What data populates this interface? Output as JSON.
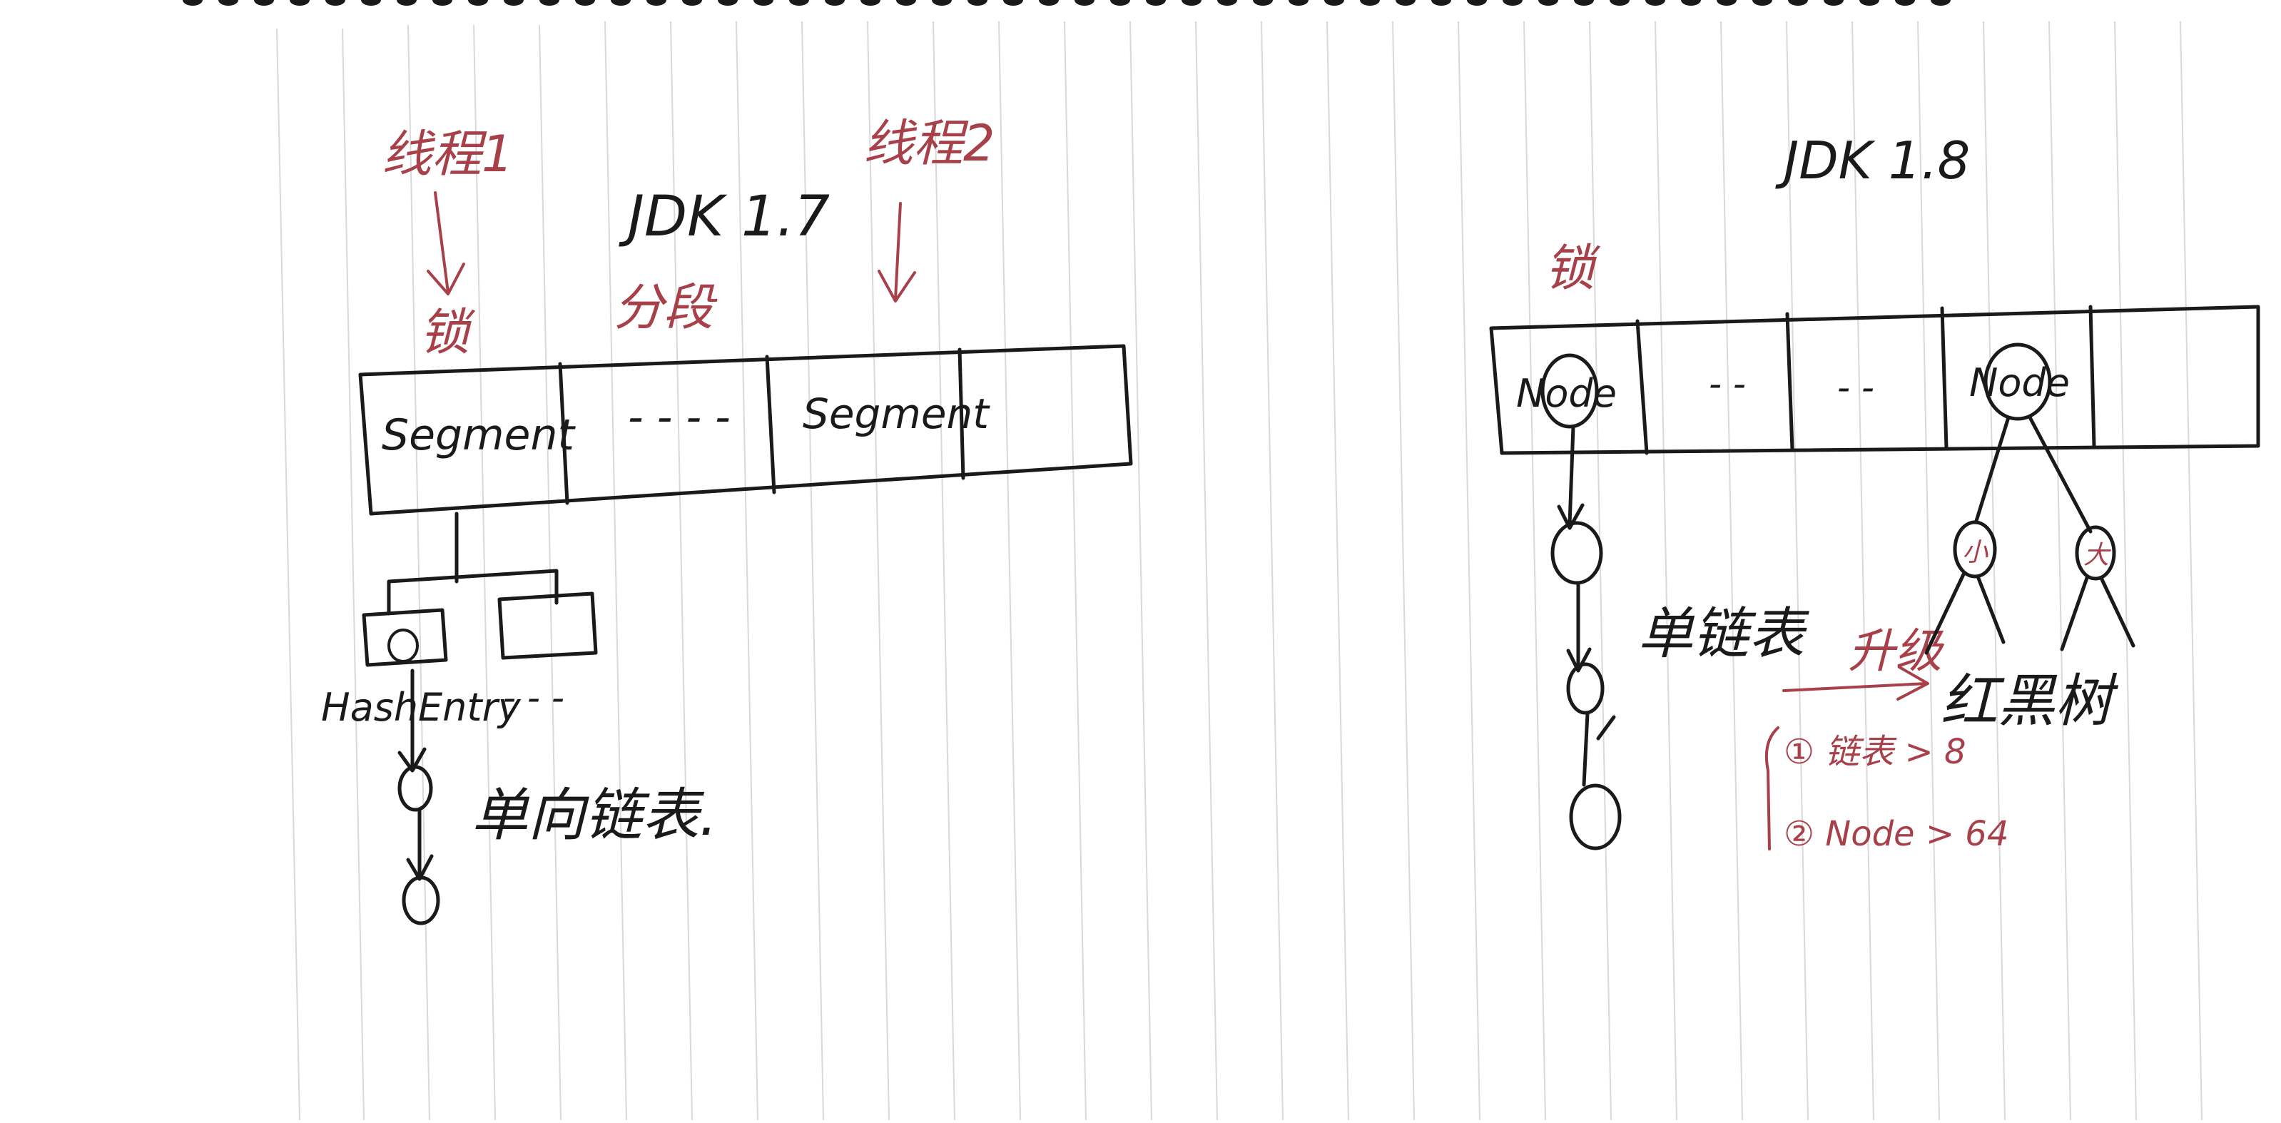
{
  "jdk17": {
    "title": "JDK 1.7",
    "thread1": "线程1",
    "thread2": "线程2",
    "lock": "锁",
    "segments_label": "分段",
    "cells": [
      "Segment",
      "- - - -",
      "Segment",
      ""
    ],
    "hash_entry": "HashEntry",
    "hash_entry_more": "- - -",
    "linked_list": "单向链表."
  },
  "jdk18": {
    "title": "JDK  1.8",
    "lock": "锁",
    "cells": [
      "Node",
      "- -",
      "- -",
      "Node",
      ""
    ],
    "linked_list": "单链表",
    "upgrade": "升级",
    "red_black_tree": "红黑树",
    "condition1": "① 链表 > 8",
    "condition2": "② Node > 64",
    "tree_left": "小",
    "tree_right": "大"
  },
  "colors": {
    "ink": "#1a1a1a",
    "red_ink": "#a8404a",
    "ruled_line": "#d9d9d9",
    "paper": "#ffffff"
  }
}
